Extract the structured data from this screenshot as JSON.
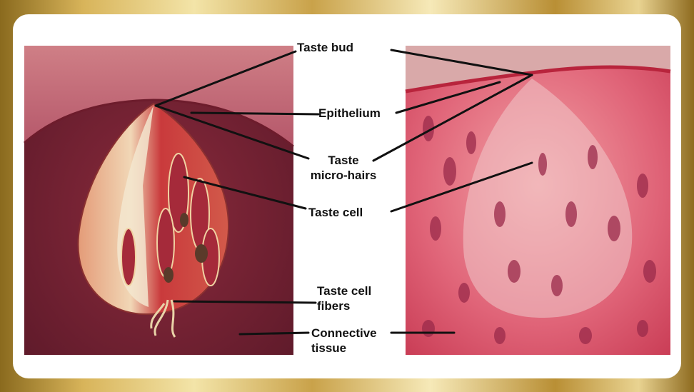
{
  "labels": {
    "taste_bud": "Taste bud",
    "epithelium": "Epithelium",
    "taste_micro_hairs_1": "Taste",
    "taste_micro_hairs_2": "micro-hairs",
    "taste_cell": "Taste cell",
    "taste_cell_fibers_1": "Taste cell",
    "taste_cell_fibers_2": "fibers",
    "connective_tissue_1": "Connective",
    "connective_tissue_2": "tissue"
  },
  "colors": {
    "frame_gold": "#d8b45a",
    "panel": "#ffffff",
    "illustration_base": "#7e2436",
    "micrograph_base": "#d8445a",
    "leader_line": "#111111"
  },
  "icons": [
    "taste-bud-illustration",
    "taste-bud-micrograph"
  ]
}
